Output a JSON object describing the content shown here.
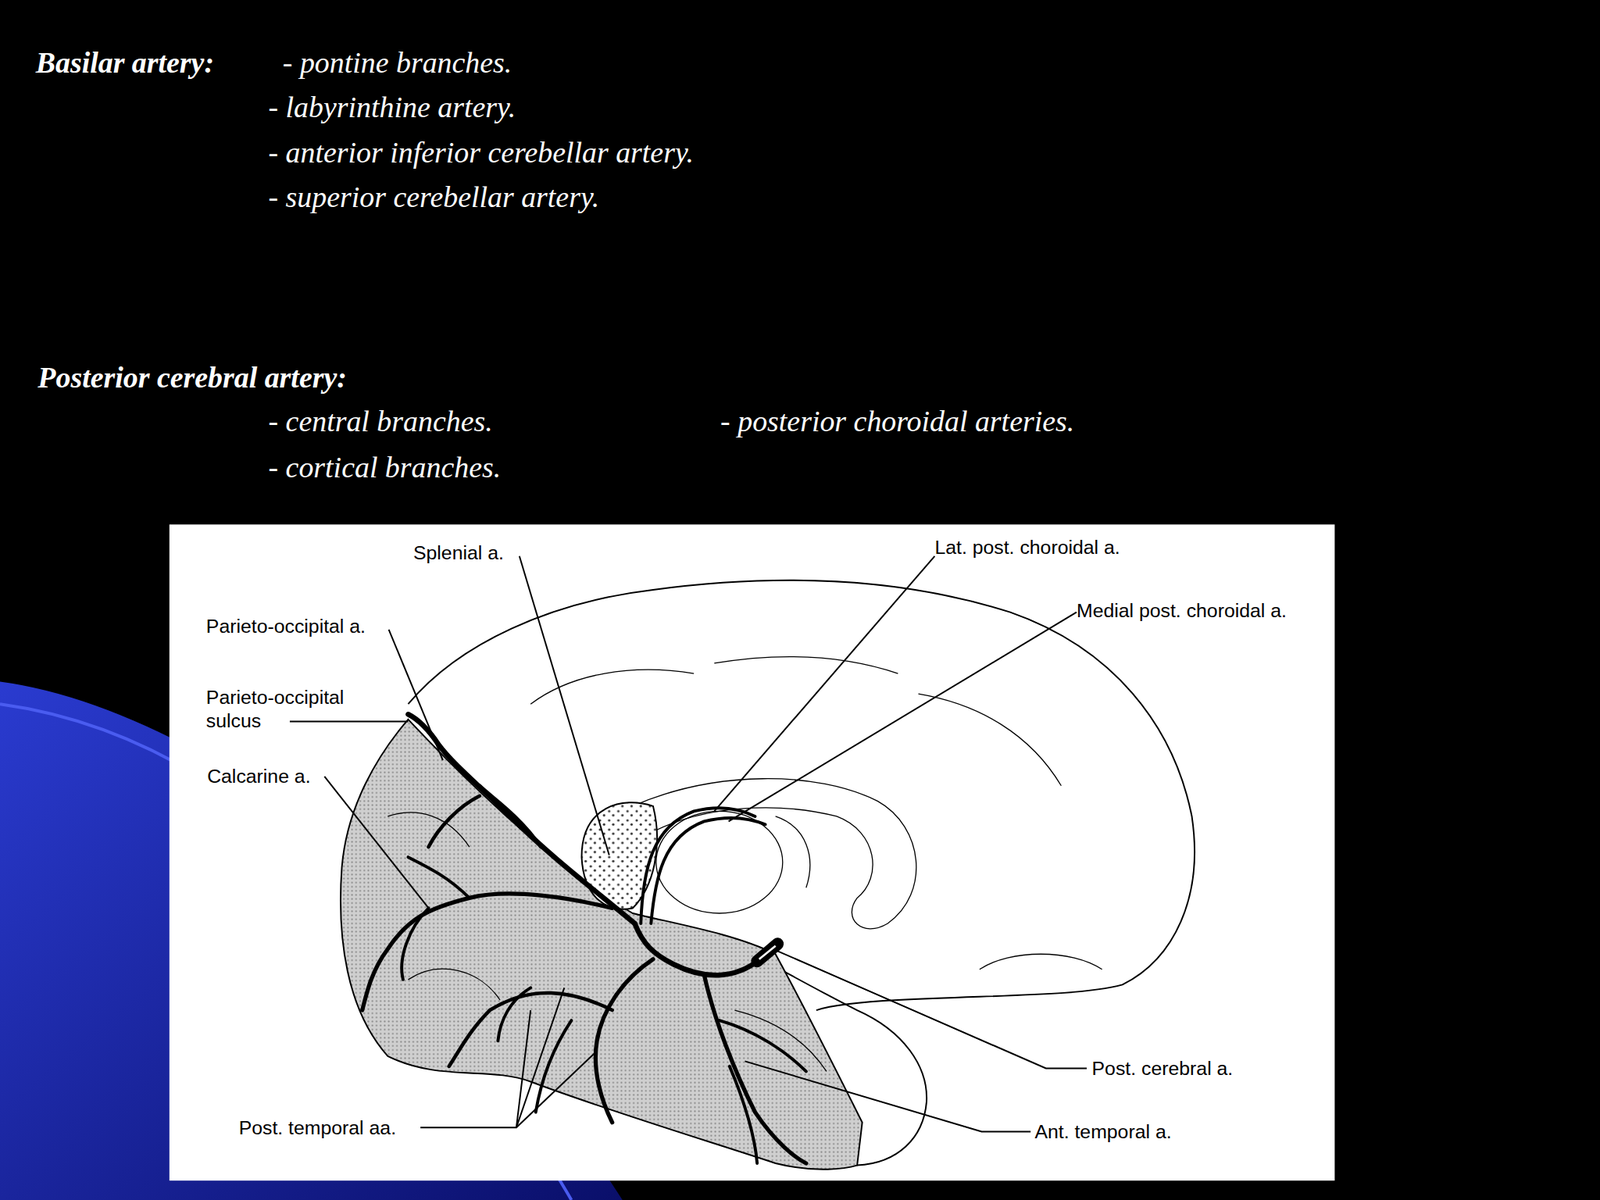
{
  "diagram": {
    "labels": [
      "Basilar artery:",
      "- pontine branches.",
      "- labyrinthine artery.",
      "- anterior inferior cerebellar artery.",
      "- superior cerebellar artery.",
      "Posterior cerebral artery:",
      "- central branches.",
      "- posterior choroidal arteries.",
      "- cortical branches.",
      "Splenial a.",
      "Lat. post. choroidal a.",
      "Medial post. choroidal a.",
      "Parieto-occipital a.",
      "Parieto-occipital sulcus",
      "Calcarine a.",
      "Post. cerebral a.",
      "Post. temporal aa.",
      "Ant. temporal a."
    ]
  }
}
